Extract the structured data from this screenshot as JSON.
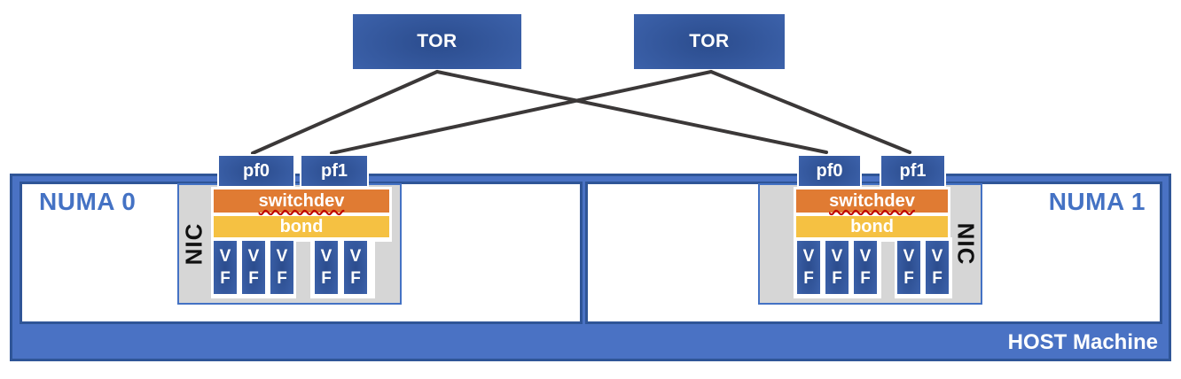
{
  "colors": {
    "accent_blue": "#4472c4",
    "navy_border": "#2f5597",
    "host_fill": "#4a72c4",
    "box_blue_edge": "#4d76c3",
    "box_blue_center": "#2b4c8d",
    "orange": "#e07b33",
    "gold": "#f5c142",
    "nic_gray": "#d6d6d6",
    "line_gray": "#3b3838",
    "squiggle_red": "#c00000"
  },
  "tors": [
    {
      "label": "TOR"
    },
    {
      "label": "TOR"
    }
  ],
  "host": {
    "label": "HOST Machine"
  },
  "numa_nodes": [
    {
      "label": "NUMA 0",
      "nic": {
        "label": "NIC",
        "pf0": "pf0",
        "pf1": "pf1",
        "switchdev_label": "switchdev",
        "bond_label": "bond",
        "vf_count_group1": 3,
        "vf_count_group2": 2
      }
    },
    {
      "label": "NUMA 1",
      "nic": {
        "label": "NIC",
        "pf0": "pf0",
        "pf1": "pf1",
        "switchdev_label": "switchdev",
        "bond_label": "bond",
        "vf_count_group1": 3,
        "vf_count_group2": 2
      }
    }
  ],
  "vf": {
    "line1": "V",
    "line2": "F"
  },
  "links": [
    {
      "from": "tor-0",
      "to": "numa0-pf0"
    },
    {
      "from": "tor-0",
      "to": "numa1-pf0"
    },
    {
      "from": "tor-1",
      "to": "numa0-pf1"
    },
    {
      "from": "tor-1",
      "to": "numa1-pf1"
    }
  ]
}
